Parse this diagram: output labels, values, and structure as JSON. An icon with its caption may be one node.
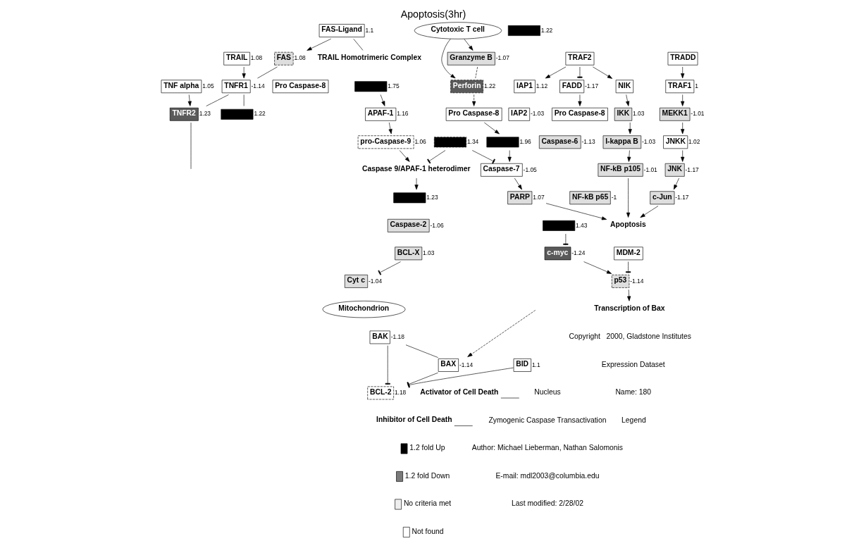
{
  "diagram": {
    "title": "Apoptosis(3hr)",
    "nodes": [
      {
        "text": [
          "Cytotoxic T cell"
        ]
      },
      {
        "text": [
          "FAS-Ligand"
        ],
        "beside": [
          "1.1"
        ]
      },
      {
        "text": [
          "TRAIL Homotrimeric Complex"
        ]
      },
      {
        "text": [
          "Granzyme B"
        ],
        "beside": [
          "-1.07"
        ]
      },
      {
        "text": [
          "Perforin"
        ],
        "beside": [
          "1.22"
        ]
      },
      {
        "text": [
          "FAS"
        ],
        "beside": [
          "1.08"
        ]
      },
      {
        "text": [
          "Pro Caspase-8"
        ]
      },
      {
        "text": [
          "Pro Caspase-8"
        ]
      },
      {
        "text": [
          "Pro Caspase-8"
        ]
      },
      {
        "text": [
          "TRAIL"
        ],
        "beside": [
          "1.08"
        ]
      },
      {
        "text": [
          "TNF alpha"
        ],
        "beside": [
          "1.05"
        ]
      },
      {
        "text": [
          "TNFR1"
        ],
        "beside": [
          "-1.14"
        ]
      },
      {
        "text": [
          "TNFR2"
        ],
        "beside": [
          "1.23"
        ]
      },
      {
        "text": [
          "TRADD"
        ]
      },
      {
        "text": [],
        "shape": "box",
        "beside": [
          "1.22"
        ]
      },
      {
        "text": [
          "FADD"
        ],
        "beside": [
          "-1.17"
        ]
      },
      {
        "text": [],
        "shape": "box",
        "beside": [
          "1.22"
        ]
      },
      {
        "text": [
          "TRAF1"
        ],
        "beside": [
          "1"
        ]
      },
      {
        "text": [
          "TRAF2"
        ]
      },
      {
        "text": [
          "MEKK1"
        ],
        "beside": [
          "-1.01"
        ]
      },
      {
        "text": [
          "JNKK"
        ],
        "beside": [
          "1.02"
        ]
      },
      {
        "text": [
          "JNK"
        ],
        "beside": [
          "-1.17"
        ]
      },
      {
        "text": [
          "c-Jun"
        ],
        "beside": [
          "-1.17"
        ]
      },
      {
        "text": [
          "NF-kB p105"
        ],
        "beside": [
          "-1.01"
        ]
      },
      {
        "text": [
          "NF-kB p65"
        ],
        "beside": [
          "-1"
        ]
      },
      {
        "text": [
          "Apoptosis"
        ]
      },
      {
        "text": [
          "NIK"
        ]
      },
      {
        "text": [
          "IKK"
        ],
        "beside": [
          "1.03"
        ]
      },
      {
        "text": [
          "I-kappa B"
        ],
        "beside": [
          "-1.03"
        ]
      },
      {
        "text": [
          "IAP1"
        ],
        "beside": [
          "1.12"
        ]
      },
      {
        "text": [
          "IAP2"
        ],
        "beside": [
          "-1.03"
        ]
      },
      {
        "text": [],
        "shape": "box",
        "beside": [
          "1.34"
        ]
      },
      {
        "text": [],
        "shape": "box",
        "beside": [
          "1.96"
        ]
      },
      {
        "text": [
          "Caspase-6"
        ],
        "beside": [
          "-1.13"
        ]
      },
      {
        "text": [
          "Caspase-7"
        ],
        "beside": [
          "-1.05"
        ]
      },
      {
        "text": [],
        "shape": "box",
        "beside": [
          "1.23"
        ]
      },
      {
        "text": [
          "Caspase-2"
        ],
        "beside": [
          "-1.06"
        ]
      },
      {
        "text": [
          "PARP"
        ],
        "beside": [
          "1.07"
        ]
      },
      {
        "text": [
          "Caspase 9/APAF-1 heterodimer"
        ]
      },
      {
        "text": [
          "pro-Caspase-9"
        ],
        "beside": [
          "1.06"
        ]
      },
      {
        "text": [
          "APAF-1"
        ],
        "beside": [
          "1.16"
        ]
      },
      {
        "text": [
          "Mitochondrion"
        ]
      },
      {
        "text": [],
        "shape": "box",
        "beside": [
          "1.75"
        ]
      },
      {
        "text": [
          "Cyt c"
        ],
        "beside": [
          "-1.04"
        ]
      },
      {
        "text": [
          "BCL-X"
        ],
        "beside": [
          "1.03"
        ]
      },
      {
        "text": [
          "BCL-2"
        ],
        "beside": [
          "1.18"
        ]
      },
      {
        "text": [
          "BAK"
        ],
        "beside": [
          "-1.18"
        ]
      },
      {
        "text": [
          "BAX"
        ],
        "beside": [
          "-1.14"
        ]
      },
      {
        "text": [
          "BID"
        ],
        "beside": [
          "1.1"
        ]
      },
      {
        "text": [
          "MDM-2"
        ]
      },
      {
        "text": [
          "p53"
        ],
        "beside": [
          "-1.14"
        ]
      },
      {
        "text": [],
        "shape": "box",
        "beside": [
          "1.43"
        ]
      },
      {
        "text": [
          "c-myc"
        ],
        "beside": [
          "-1.24"
        ]
      },
      {
        "text": [
          "Transcription of Bax"
        ]
      }
    ],
    "edges": [
      {
        "from": 0,
        "to": 3,
        "arrow": "to"
      },
      {
        "from": 0,
        "to": 4,
        "arrow": "to"
      },
      {
        "from": 1,
        "to": 5,
        "arrow": "to"
      },
      {
        "from": 1,
        "to": 2,
        "arrow": "none"
      },
      {
        "from": 3,
        "to": 4,
        "arrow": "none",
        "style": "dashed"
      },
      {
        "from": 4,
        "to": 7,
        "arrow": "to",
        "style": "dashed"
      },
      {
        "from": 5,
        "to": 11,
        "arrow": "none"
      },
      {
        "from": 9,
        "to": 11,
        "arrow": "to"
      },
      {
        "from": 10,
        "to": 12,
        "arrow": "to"
      },
      {
        "from": 11,
        "to": 12,
        "arrow": "none"
      },
      {
        "from": 12,
        "to": null,
        "arrow": "none"
      },
      {
        "from": 11,
        "to": 14,
        "arrow": "none"
      },
      {
        "from": 13,
        "to": 17,
        "arrow": "to"
      },
      {
        "from": 15,
        "to": 8,
        "arrow": "to"
      },
      {
        "from": 18,
        "to": 15,
        "arrow": "other"
      },
      {
        "from": 17,
        "to": 19,
        "arrow": "to"
      },
      {
        "from": 19,
        "to": 20,
        "arrow": "to"
      },
      {
        "from": 20,
        "to": 21,
        "arrow": "to"
      },
      {
        "from": 21,
        "to": 22,
        "arrow": "to"
      },
      {
        "from": 18,
        "to": 29,
        "arrow": "to"
      },
      {
        "from": 18,
        "to": 26,
        "arrow": "to"
      },
      {
        "from": 26,
        "to": 27,
        "arrow": "to"
      },
      {
        "from": 27,
        "to": 28,
        "arrow": "to"
      },
      {
        "from": 28,
        "to": 23,
        "arrow": "to"
      },
      {
        "from": 22,
        "to": 25,
        "arrow": "to"
      },
      {
        "from": 23,
        "to": 25,
        "arrow": "to"
      },
      {
        "from": 37,
        "to": 25,
        "arrow": "to"
      },
      {
        "from": 7,
        "to": 32,
        "arrow": "to"
      },
      {
        "from": 32,
        "to": 34,
        "arrow": "to"
      },
      {
        "from": 31,
        "to": 34,
        "arrow": "other"
      },
      {
        "from": 31,
        "to": 38,
        "arrow": "other"
      },
      {
        "from": 38,
        "to": 35,
        "arrow": "to"
      },
      {
        "from": 39,
        "to": 38,
        "arrow": "to"
      },
      {
        "from": 40,
        "to": 39,
        "arrow": "to"
      },
      {
        "from": 42,
        "to": 40,
        "arrow": "to"
      },
      {
        "from": 44,
        "to": 43,
        "arrow": "other"
      },
      {
        "from": 48,
        "to": 45,
        "arrow": "other"
      },
      {
        "from": 46,
        "to": 45,
        "arrow": "other"
      },
      {
        "from": 47,
        "to": 45,
        "arrow": "other"
      },
      {
        "from": 46,
        "to": 47,
        "arrow": "none"
      },
      {
        "from": 34,
        "to": 37,
        "arrow": "to"
      },
      {
        "from": 49,
        "to": 50,
        "arrow": "other"
      },
      {
        "from": 51,
        "to": 52,
        "arrow": "other"
      },
      {
        "from": 52,
        "to": 50,
        "arrow": "to"
      },
      {
        "from": 50,
        "to": 53,
        "arrow": "to"
      },
      {
        "from": null,
        "to": 47,
        "arrow": "to",
        "style": "dashed"
      }
    ],
    "labels": [
      "Nucleus",
      "Zymogenic Caspase Transactivation",
      "Author: Michael Lieberman, Nathan Salomonis",
      "E-mail: mdl2003@columbia.edu",
      "Last modified: 2/28/02",
      "Copyright   2000, Gladstone Institutes",
      "Expression Dataset",
      "Name: 180",
      "Legend"
    ],
    "legend": [
      {
        "text": "Activator of Cell Death"
      },
      {
        "text": "Inhibitor of Cell Death"
      },
      {
        "text": "1.2 fold Up",
        "color": "#000000"
      },
      {
        "text": "1.2 fold Down",
        "color": "#7a7a7a"
      },
      {
        "text": "No criteria met",
        "color": "#eeeeee"
      },
      {
        "text": "Not found",
        "color": "#ffffff"
      }
    ]
  }
}
